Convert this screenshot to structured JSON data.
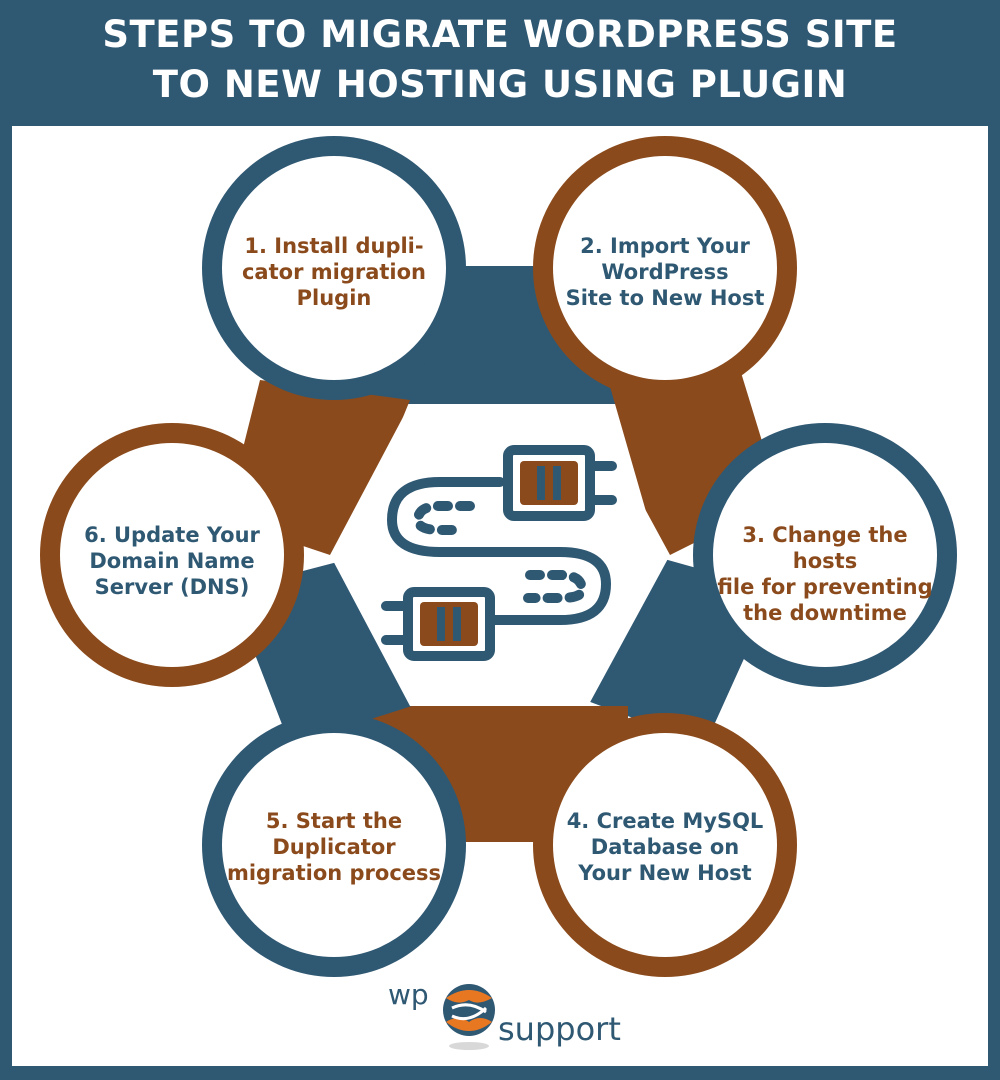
{
  "header": {
    "title_line1": "STEPS TO MIGRATE WORDPRESS SITE",
    "title_line2": "TO NEW HOSTING USING PLUGIN"
  },
  "colors": {
    "blue": "#2f5873",
    "brown": "#8b4a1b",
    "white": "#ffffff"
  },
  "steps": [
    {
      "lines": [
        "1. Install dupli-",
        "cator migration",
        "Plugin"
      ],
      "text_color": "brown",
      "ring_color": "blue"
    },
    {
      "lines": [
        "2. Import Your",
        "WordPress",
        "Site to New Host"
      ],
      "text_color": "blue",
      "ring_color": "brown"
    },
    {
      "lines": [
        "3. Change the hosts",
        "file for preventing",
        "the downtime"
      ],
      "text_color": "brown",
      "ring_color": "blue"
    },
    {
      "lines": [
        "4. Create MySQL",
        "Database on",
        "Your New Host"
      ],
      "text_color": "blue",
      "ring_color": "brown"
    },
    {
      "lines": [
        "5. Start the",
        "Duplicator",
        "migration process"
      ],
      "text_color": "brown",
      "ring_color": "blue"
    },
    {
      "lines": [
        "6. Update Your",
        "Domain Name",
        "Server (DNS)"
      ],
      "text_color": "blue",
      "ring_color": "brown"
    }
  ],
  "center_icon": "plug-cable-icon",
  "logo": {
    "icon": "wp-support-logo-icon",
    "word1": "wp",
    "word2": "support"
  }
}
